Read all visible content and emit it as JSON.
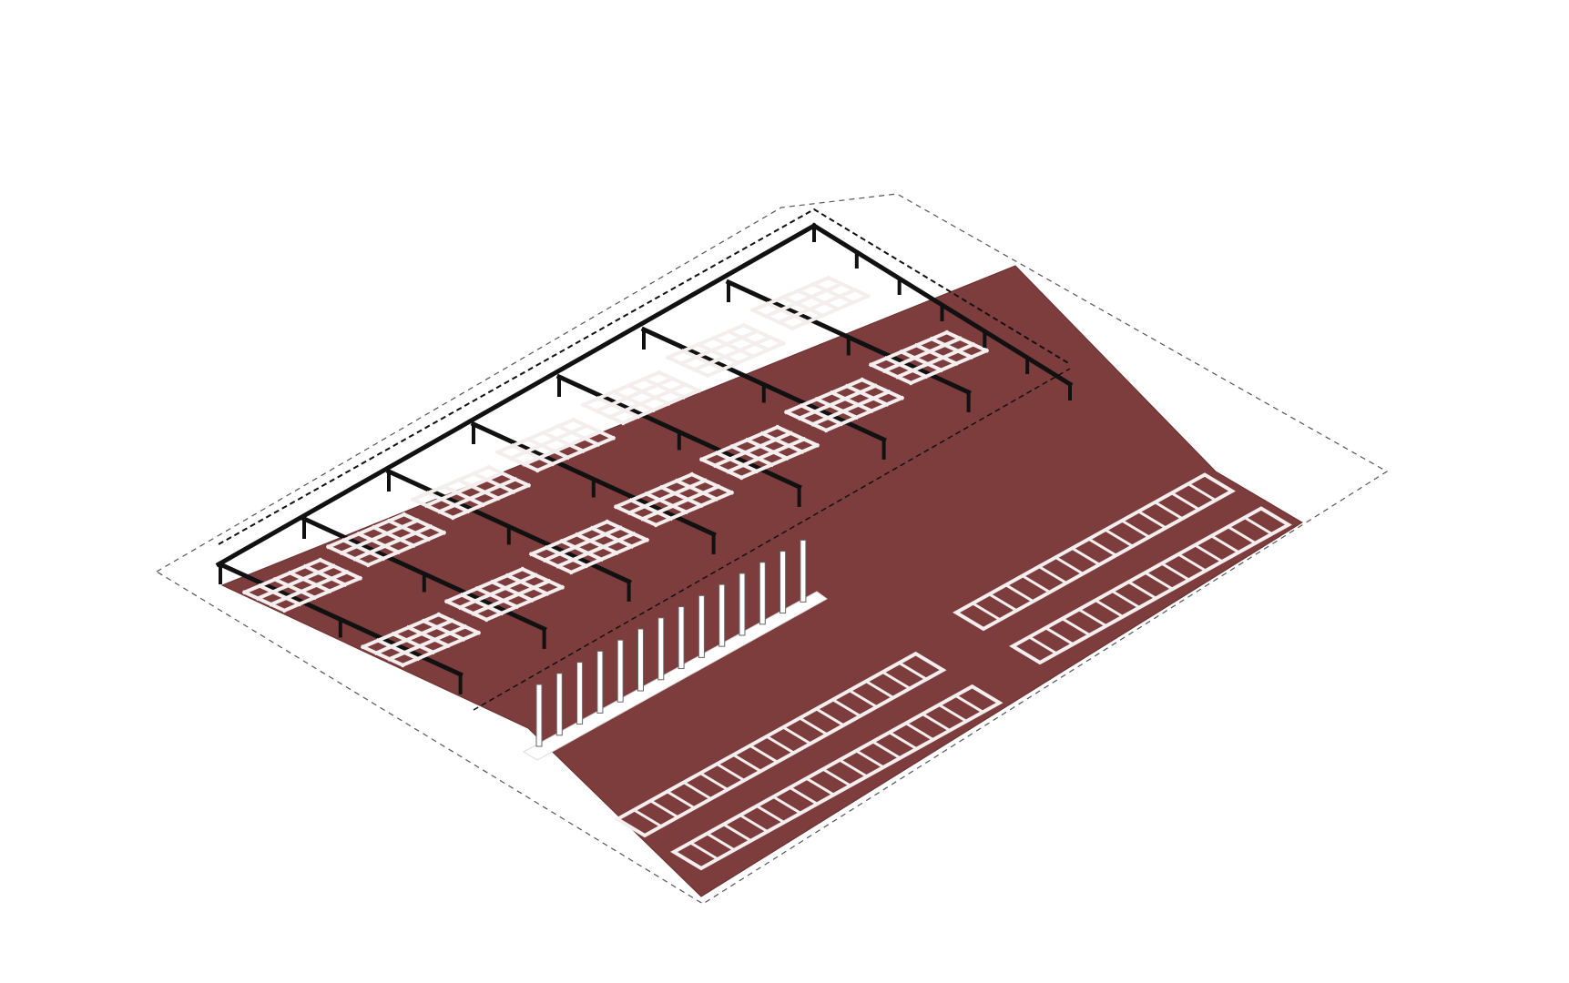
{
  "diagram": {
    "kind": "isometric-site-plan",
    "subject": "parking-lot",
    "colors": {
      "background": "#ffffff",
      "pavement": "#7e3d3d",
      "pavement_edge": "#6a2f2f",
      "markings": "#f4eeee",
      "structure": "#111111",
      "boundary": "#555555",
      "column": "#ffffff"
    },
    "counts": {
      "carport_rows": 7,
      "carport_bays_per_module": 6,
      "columns_under_deck": 14,
      "open_lot_parking_strips": 4
    },
    "site_boundary": {
      "style": "dashed"
    }
  }
}
